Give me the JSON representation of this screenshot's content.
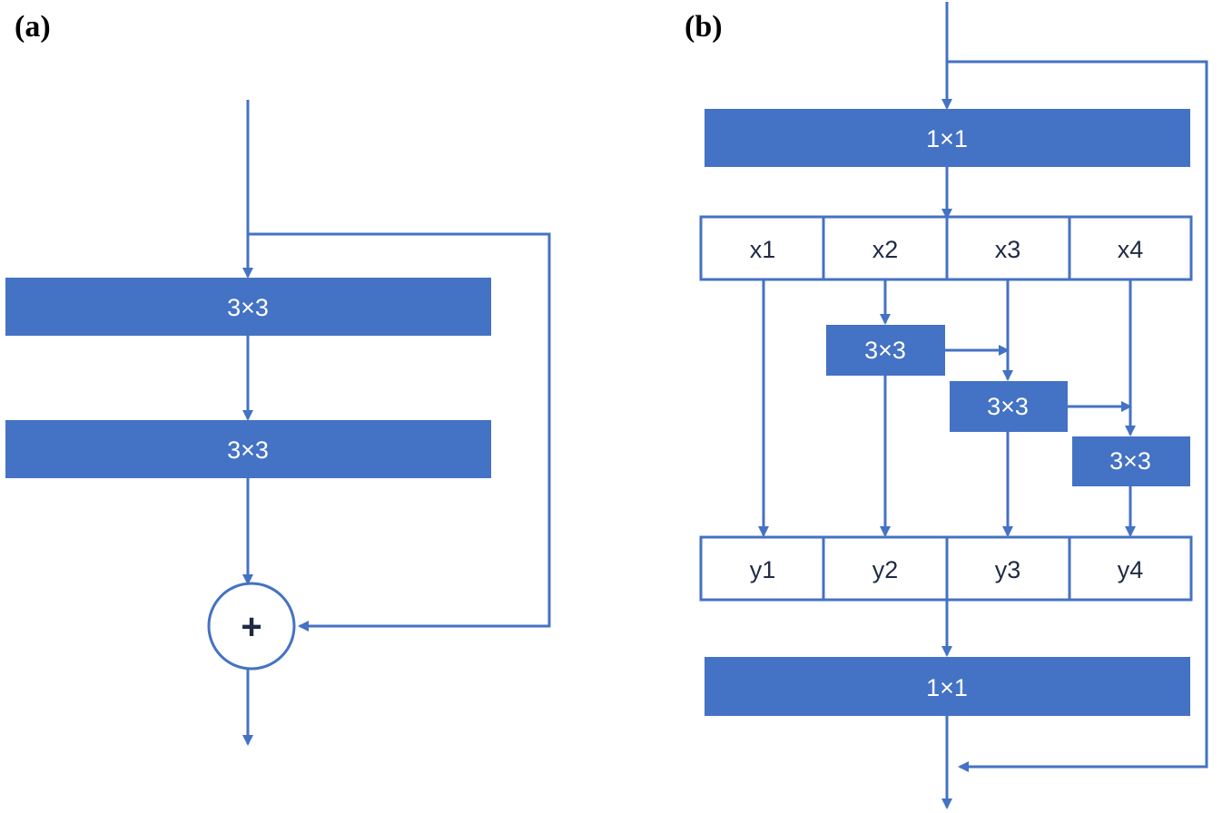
{
  "colors": {
    "block_fill": "#4472C4",
    "line": "#4472C4",
    "cell_fill": "#ffffff",
    "text_dark": "#1f2a44"
  },
  "panel_a": {
    "label": "(a)",
    "conv_top": "3×3",
    "conv_bottom": "3×3",
    "add_symbol": "+"
  },
  "panel_b": {
    "label": "(b)",
    "conv_in": "1×1",
    "conv_out": "1×1",
    "split": [
      "x1",
      "x2",
      "x3",
      "x4"
    ],
    "branch_convs": [
      "3×3",
      "3×3",
      "3×3"
    ],
    "merge": [
      "y1",
      "y2",
      "y3",
      "y4"
    ]
  }
}
